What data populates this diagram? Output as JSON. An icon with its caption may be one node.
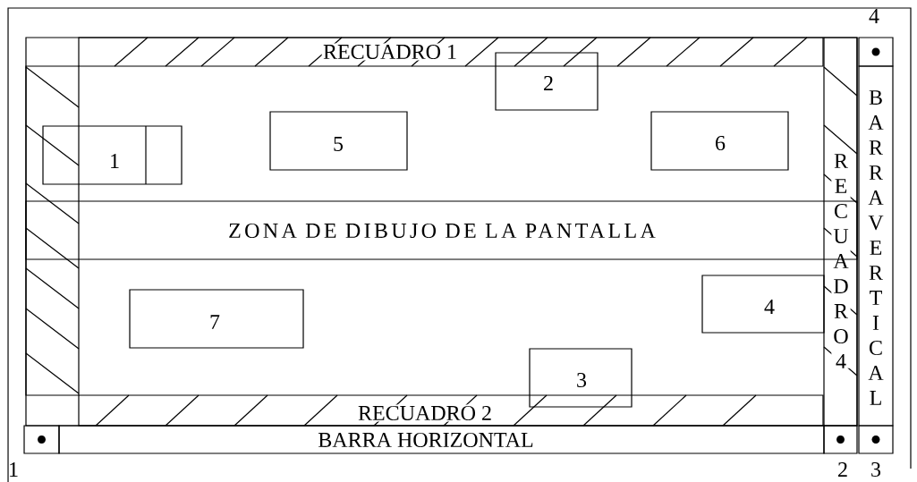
{
  "diagram": {
    "nodes": [
      {
        "text": [
          "RECUADRO 1"
        ]
      },
      {
        "text": [],
        "shape": "box",
        "beside": [
          "4"
        ]
      },
      {
        "text": [
          "2"
        ]
      },
      {
        "text": [
          "BARRA VERTICAL"
        ]
      },
      {
        "text": [
          "1"
        ]
      },
      {
        "text": [
          "5"
        ]
      },
      {
        "text": [
          "6"
        ]
      },
      {
        "text": [
          "RECUADRO 4"
        ]
      },
      {
        "text": [
          "ZONA DE DIBUJO DE LA PANTALLA"
        ]
      },
      {
        "text": [
          "4"
        ]
      },
      {
        "text": [
          "7"
        ]
      },
      {
        "text": [
          "3"
        ]
      },
      {
        "text": [
          "RECUADRO 2"
        ]
      },
      {
        "text": [],
        "shape": "box",
        "beside": [
          "1"
        ]
      },
      {
        "text": [
          "BARRA HORIZONTAL"
        ]
      },
      {
        "text": [],
        "shape": "box",
        "beside": [
          "2"
        ]
      },
      {
        "text": [],
        "shape": "box",
        "beside": [
          "3"
        ]
      }
    ]
  }
}
